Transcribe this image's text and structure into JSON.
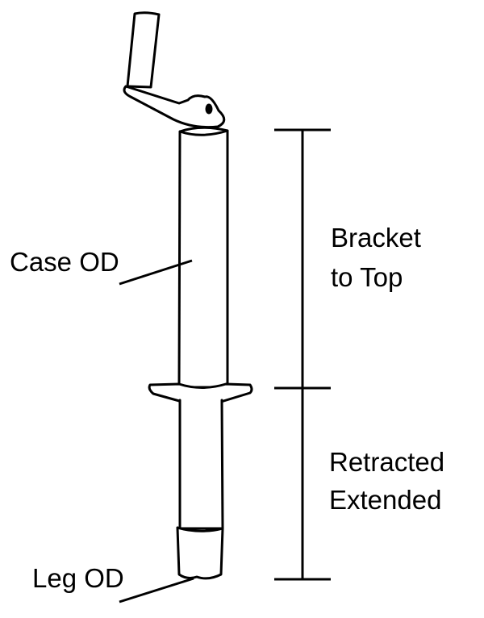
{
  "labels": {
    "case_od": "Case OD",
    "leg_od": "Leg OD",
    "bracket_to_top_line1": "Bracket",
    "bracket_to_top_line2": "to Top",
    "retracted": "Retracted",
    "extended": "Extended"
  },
  "colors": {
    "stroke": "#000000",
    "background": "#ffffff"
  }
}
